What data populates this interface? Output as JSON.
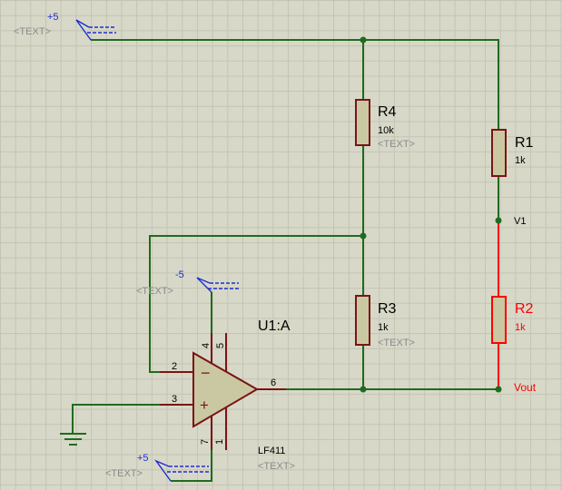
{
  "colors": {
    "wire": "#1f6b1f",
    "component": "#7a1414",
    "body_fill": "#c9c8a2",
    "text": "#000000",
    "placeholder": "#8a8a8a",
    "terminal": "#1d2fd0",
    "selected": "#ff0000"
  },
  "labels": {
    "supply_top_value": "+5",
    "supply_top_text": "<TEXT>",
    "supply_neg_value": "-5",
    "supply_neg_text": "<TEXT>",
    "supply_bottom_value": "+5",
    "supply_bottom_text": "<TEXT>"
  },
  "components": {
    "r4": {
      "name": "R4",
      "value": "10k",
      "text": "<TEXT>"
    },
    "r1": {
      "name": "R1",
      "value": "1k"
    },
    "r3": {
      "name": "R3",
      "value": "1k",
      "text": "<TEXT>"
    },
    "r2": {
      "name": "R2",
      "value": "1k"
    },
    "u1": {
      "name": "U1:A",
      "part": "LF411",
      "text": "<TEXT>",
      "pin_inv": "2",
      "pin_noninv": "3",
      "pin_out": "6",
      "pin_4": "4",
      "pin_5": "5",
      "pin_7": "7",
      "pin_1": "1",
      "minus_sign": "−",
      "plus_sign": "+"
    }
  },
  "nets": {
    "v1": "V1",
    "vout": "Vout"
  }
}
